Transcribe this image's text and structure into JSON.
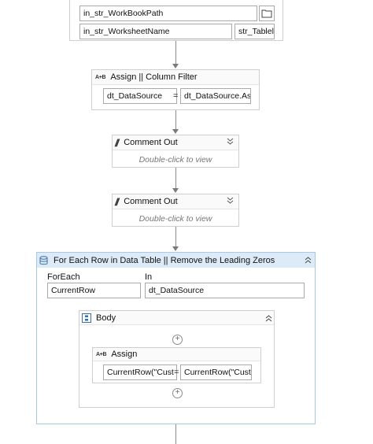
{
  "top_block": {
    "workbook_path": "in_str_WorkBookPath",
    "worksheet_name": "in_str_WorksheetName",
    "output_var": "str_Tablel",
    "folder_icon": "folder-icon"
  },
  "assign_column_filter": {
    "icon_text": "A+B",
    "title": "Assign || Column Filter",
    "left_value": "dt_DataSource",
    "equals": "=",
    "right_value": "dt_DataSource.AsE"
  },
  "comment_out_1": {
    "icon_text": "//",
    "title": "Comment Out",
    "hint": "Double-click to view"
  },
  "comment_out_2": {
    "icon_text": "//",
    "title": "Comment Out",
    "hint": "Double-click to view"
  },
  "for_each": {
    "title": "For Each Row in Data Table || Remove the Leading Zeros",
    "foreach_label": "ForEach",
    "foreach_value": "CurrentRow",
    "in_label": "In",
    "in_value": "dt_DataSource",
    "body": {
      "title": "Body",
      "assign": {
        "icon_text": "A+B",
        "title": "Assign",
        "left_value": "CurrentRow(\"Cust",
        "equals": "=",
        "right_value": "CurrentRow(\"Cust"
      }
    }
  },
  "colors": {
    "foreach_header_bg": "#dcebf7",
    "foreach_border": "#a8c8e6",
    "connector": "#8c8c8c"
  }
}
